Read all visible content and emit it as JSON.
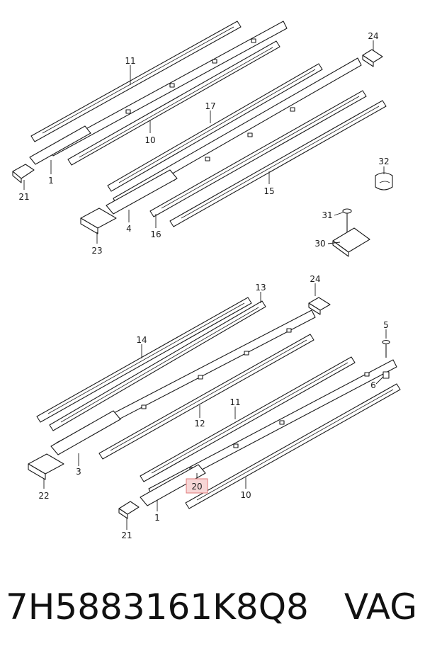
{
  "callouts": {
    "c11a": "11",
    "c10a": "10",
    "c1a": "1",
    "c21a": "21",
    "c24a": "24",
    "c17": "17",
    "c15": "15",
    "c16": "16",
    "c4": "4",
    "c23": "23",
    "c32": "32",
    "c31": "31",
    "c30": "30",
    "c13": "13",
    "c24b": "24",
    "c14": "14",
    "c5": "5",
    "c6": "6",
    "c12": "12",
    "c11b": "11",
    "c3": "3",
    "c22": "22",
    "c20": "20",
    "c10b": "10",
    "c1b": "1",
    "c21b": "21"
  },
  "highlighted_callout": "20",
  "colors": {
    "line": "#1a1a1a",
    "highlight_fill": "#f7d6d6",
    "highlight_stroke": "#e07a7a"
  },
  "caption": {
    "part_number": "7H5883161K8Q8",
    "brand": "VAG"
  }
}
